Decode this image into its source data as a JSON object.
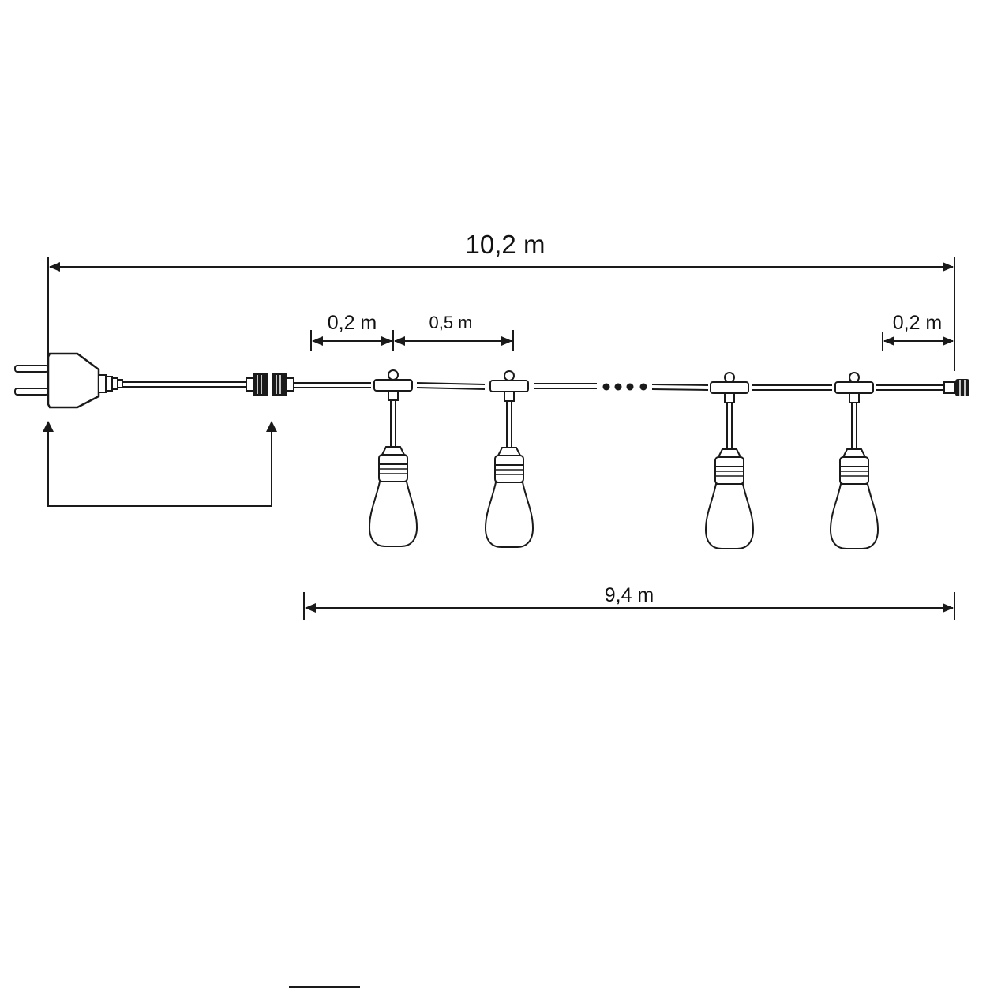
{
  "dimensions": {
    "total": "10,2 m",
    "lamp_section": "9,4 m",
    "lead_gap": "0,2 m",
    "spacing": "0,5 m",
    "tail_gap": "0,2 m"
  },
  "colors": {
    "line": "#1a1a1a",
    "background": "#ffffff"
  },
  "icons": {
    "plug": "plug-icon",
    "connector": "connector-icon",
    "bulb": "bulb-icon",
    "end_cap": "end-cap-icon"
  }
}
